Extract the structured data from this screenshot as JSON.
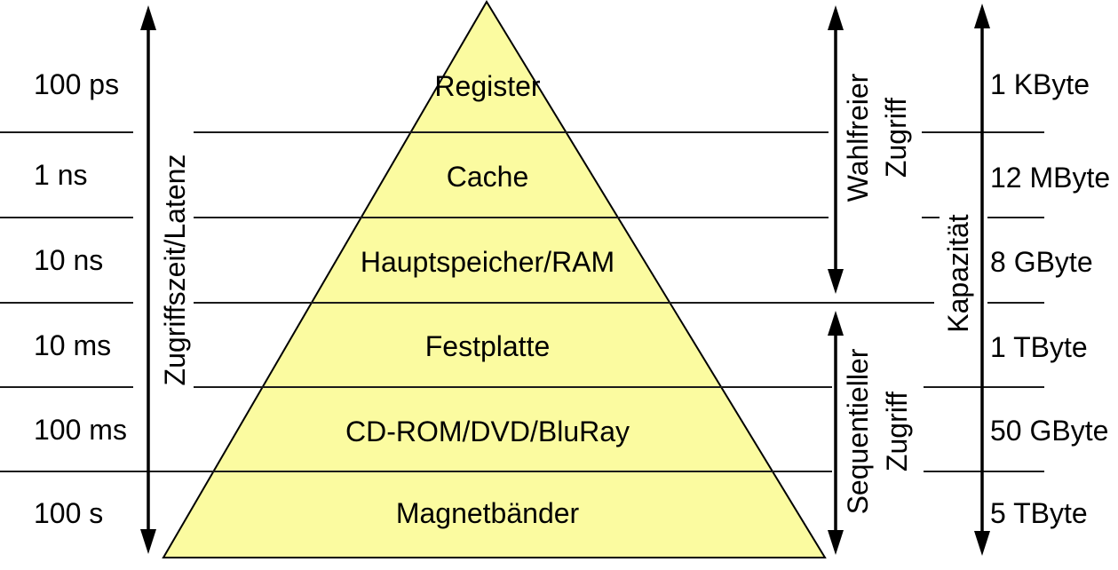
{
  "colors": {
    "accent_blue": "#2E62DF",
    "pyramid_fill": "#FBFBA0",
    "line_black": "#000000"
  },
  "left_axis": {
    "label": "Zugriffszeit/Latenz",
    "values": [
      {
        "text": "100 ps",
        "blue": false
      },
      {
        "text": "1 ns",
        "blue": true
      },
      {
        "text": "10 ns",
        "blue": true
      },
      {
        "text": "10 ms",
        "blue": false
      },
      {
        "text": "100 ms",
        "blue": false
      },
      {
        "text": "100 s",
        "blue": false
      }
    ]
  },
  "pyramid": {
    "layers": [
      {
        "name": "Register",
        "blue": false
      },
      {
        "name": "Cache",
        "blue": true
      },
      {
        "name": "Hauptspeicher/RAM",
        "blue": true
      },
      {
        "name": "Festplatte",
        "blue": false
      },
      {
        "name": "CD-ROM/DVD/BluRay",
        "blue": false
      },
      {
        "name": "Magnetbänder",
        "blue": false
      }
    ]
  },
  "right_axis": {
    "label": "Kapazität",
    "values": [
      {
        "text": "1 KByte",
        "blue": false
      },
      {
        "text": "12 MByte",
        "blue": true
      },
      {
        "text": "8 GByte",
        "blue": true
      },
      {
        "text": "1 TByte",
        "blue": false
      },
      {
        "text": "50 GByte",
        "blue": false
      },
      {
        "text": "5 TByte",
        "blue": false
      }
    ]
  },
  "access_modes": {
    "random": {
      "line1": "Wahlfreier",
      "line2": "Zugriff"
    },
    "sequential": {
      "line1": "Sequentieller",
      "line2": "Zugriff"
    }
  }
}
